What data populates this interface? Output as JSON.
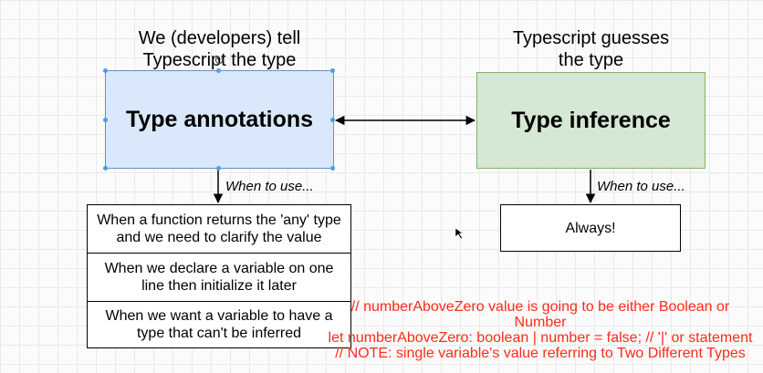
{
  "left": {
    "caption_line1": "We (developers) tell",
    "caption_line2": "Typescript the type",
    "box_label": "Type annotations",
    "edge_label": "When to use...",
    "cases": [
      "When a function returns the 'any' type and we need to clarify the value",
      "When we declare a variable on one line then initialize it later",
      "When we want a variable to have a type that can't be inferred"
    ]
  },
  "right": {
    "caption_line1": "Typescript guesses",
    "caption_line2": "the type",
    "box_label": "Type inference",
    "edge_label": "When to use...",
    "case": "Always!"
  },
  "notes": {
    "line1": "// numberAboveZero value is going to be either Boolean or",
    "line2": "Number",
    "line3": "let numberAboveZero: boolean | number = false; // '|' or statement",
    "line4": "// NOTE: single variable's value referring to Two Different Types"
  },
  "colors": {
    "annotation_fill": "#dae8fc",
    "inference_fill": "#d5e8d4",
    "note_text": "#ff2a1a",
    "selection_handle": "#4e9bf0"
  }
}
